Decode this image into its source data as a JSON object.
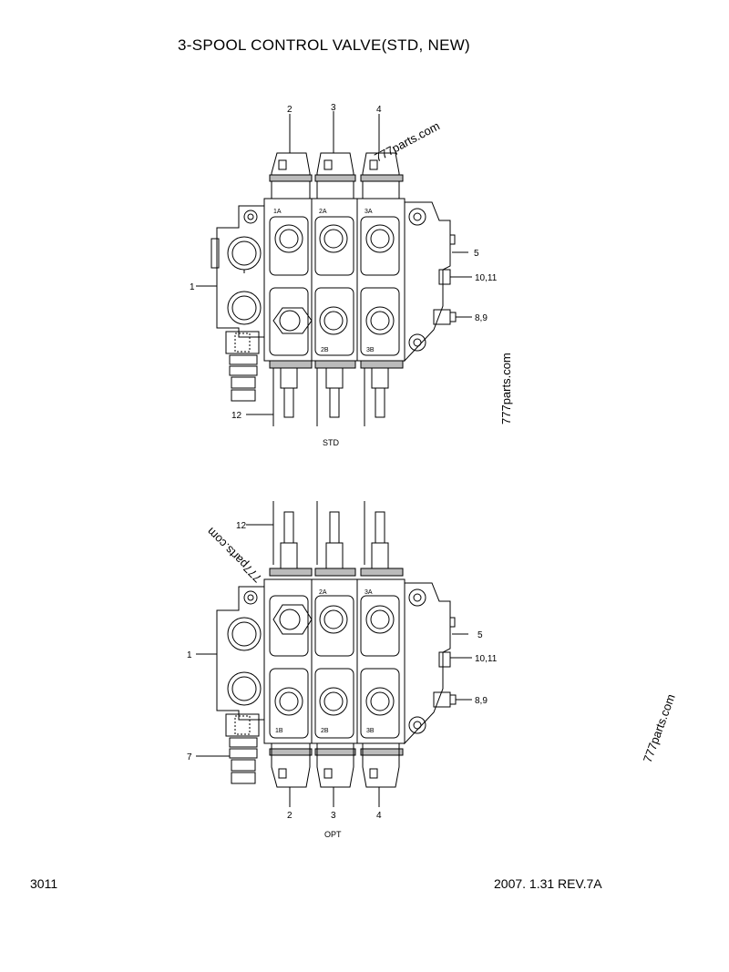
{
  "title": "3-SPOOL CONTROL VALVE(STD, NEW)",
  "footer": {
    "page_number": "3011",
    "revision": "2007. 1.31 REV.7A"
  },
  "watermark": "777parts.com",
  "std_view": {
    "caption": "STD",
    "callouts": {
      "body": "1",
      "spool_1": "2",
      "spool_2": "3",
      "spool_3": "4",
      "part_5": "5",
      "part_10_11": "10,11",
      "part_8_9": "8,9",
      "part_12": "12"
    },
    "ports": [
      "1A",
      "2A",
      "3A",
      "2B",
      "3B"
    ]
  },
  "opt_view": {
    "caption": "OPT",
    "callouts": {
      "body": "1",
      "part_5": "5",
      "part_10_11": "10,11",
      "part_8_9": "8,9",
      "part_7": "7",
      "spool_1": "2",
      "spool_2": "3",
      "spool_3": "4",
      "part_12": "12"
    },
    "ports": [
      "2A",
      "3A",
      "1B",
      "2B",
      "3B"
    ]
  }
}
